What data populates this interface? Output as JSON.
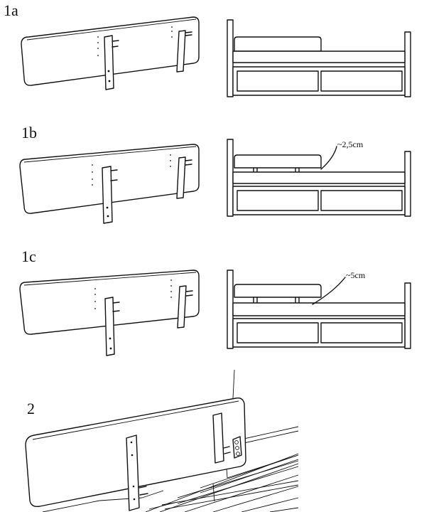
{
  "steps": {
    "s1a": "1a",
    "s1b": "1b",
    "s1c": "1c",
    "s2": "2"
  },
  "dimensions": {
    "d1b": "~2,5cm",
    "d1c": "~5cm"
  }
}
